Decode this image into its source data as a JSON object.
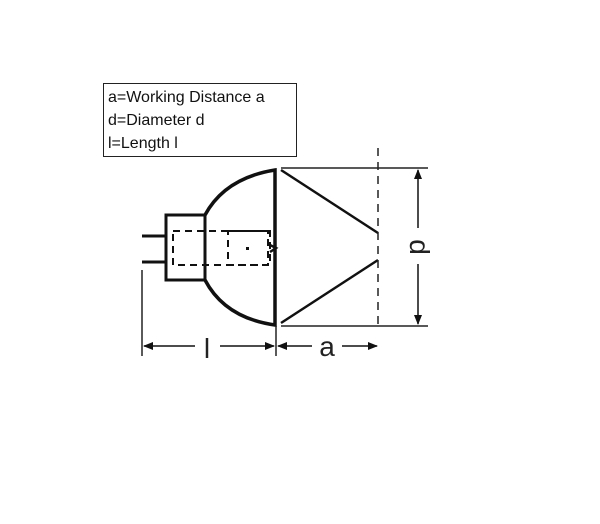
{
  "legend": {
    "items": [
      "a=Working Distance a",
      "d=Diameter d",
      "l=Length l"
    ]
  },
  "dimensions": {
    "length_label": "l",
    "distance_label": "a",
    "diameter_label": "d"
  }
}
